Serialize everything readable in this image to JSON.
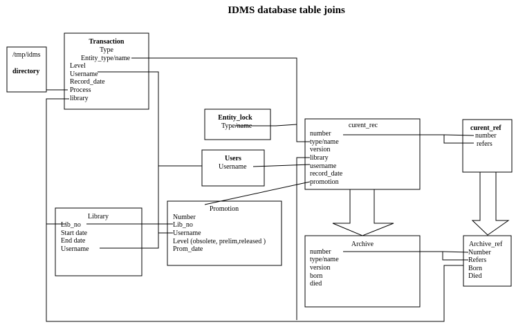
{
  "title": "IDMS database table joins",
  "entities": {
    "tmp_dir": {
      "title": "/tmp/idms",
      "fields": [
        "directory"
      ]
    },
    "transaction": {
      "title": "Transaction",
      "fields": [
        "Type",
        "Entity_type/name",
        "Level",
        "Username",
        "Record_date",
        "Process",
        "library"
      ]
    },
    "entity_lock": {
      "title": "Entity_lock",
      "fields": [
        "Type/name"
      ]
    },
    "users": {
      "title": "Users",
      "fields": [
        "Username"
      ]
    },
    "curent_rec": {
      "title": "curent_rec",
      "fields": [
        "number",
        "type/name",
        "version",
        "library",
        "username",
        "record_date",
        "promotion"
      ]
    },
    "curent_ref": {
      "title": "curent_ref",
      "fields": [
        "number",
        "refers"
      ]
    },
    "library": {
      "title": "Library",
      "fields": [
        "Lib_no",
        "Start date",
        "End date",
        "Username"
      ]
    },
    "promotion": {
      "title": "Promotion",
      "fields": [
        "Number",
        "Lib_no",
        "Username",
        "Level (obsolete, prelim,released )",
        "Prom_date"
      ]
    },
    "archive": {
      "title": "Archive",
      "fields": [
        "number",
        "type/name",
        "version",
        "born",
        "died"
      ]
    },
    "archive_ref": {
      "title": "Archive_ref",
      "fields": [
        "Number",
        "Refers",
        "Born",
        "Died"
      ]
    }
  }
}
